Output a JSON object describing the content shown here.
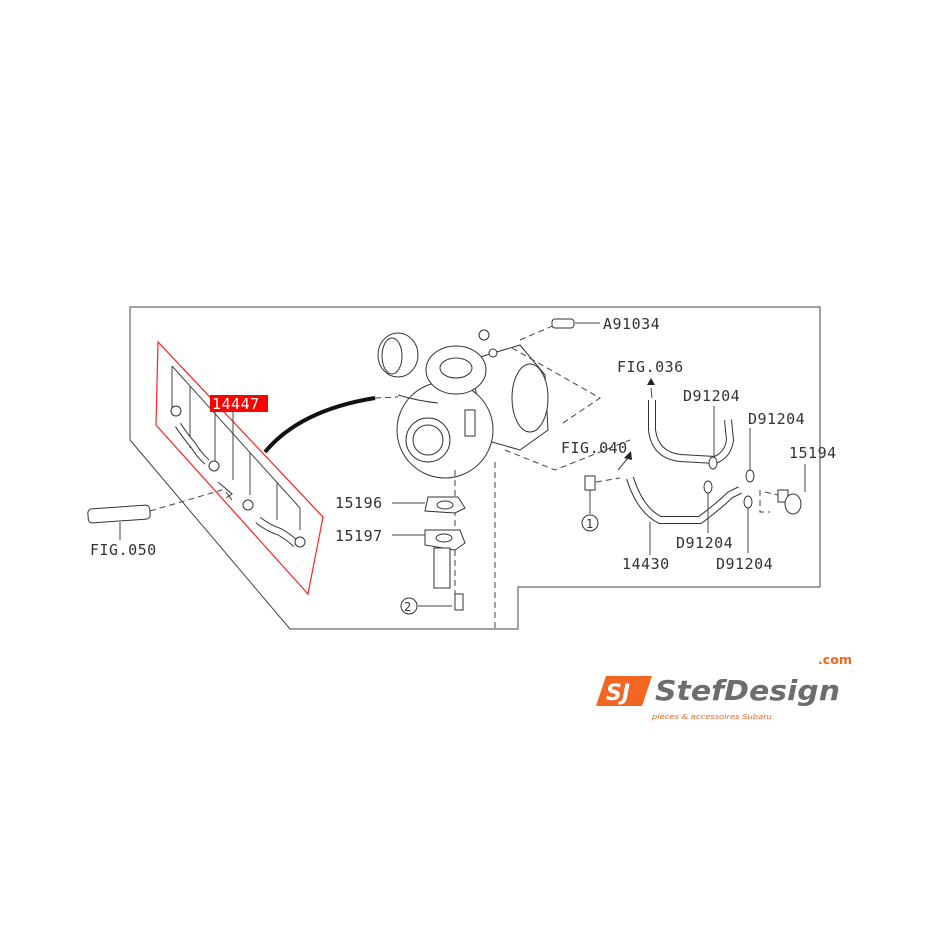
{
  "diagram": {
    "labels": {
      "a91034": "A91034",
      "fig036": "FIG.036",
      "d91204_a": "D91204",
      "d91204_b": "D91204",
      "p15194": "15194",
      "fig040": "FIG.040",
      "p15196": "15196",
      "p15197": "15197",
      "d91204_c": "D91204",
      "p14430": "14430",
      "d91204_d": "D91204",
      "fig050": "FIG.050",
      "p14447": "14447",
      "callout1": "1",
      "callout2": "2"
    },
    "highlight_color": "#ff0000"
  },
  "logo": {
    "text": "StefDesign",
    "suffix": ".com",
    "tagline": "pièces & accessoires Subaru",
    "color_orange": "#f26522",
    "color_gray": "#6d6d6d"
  }
}
